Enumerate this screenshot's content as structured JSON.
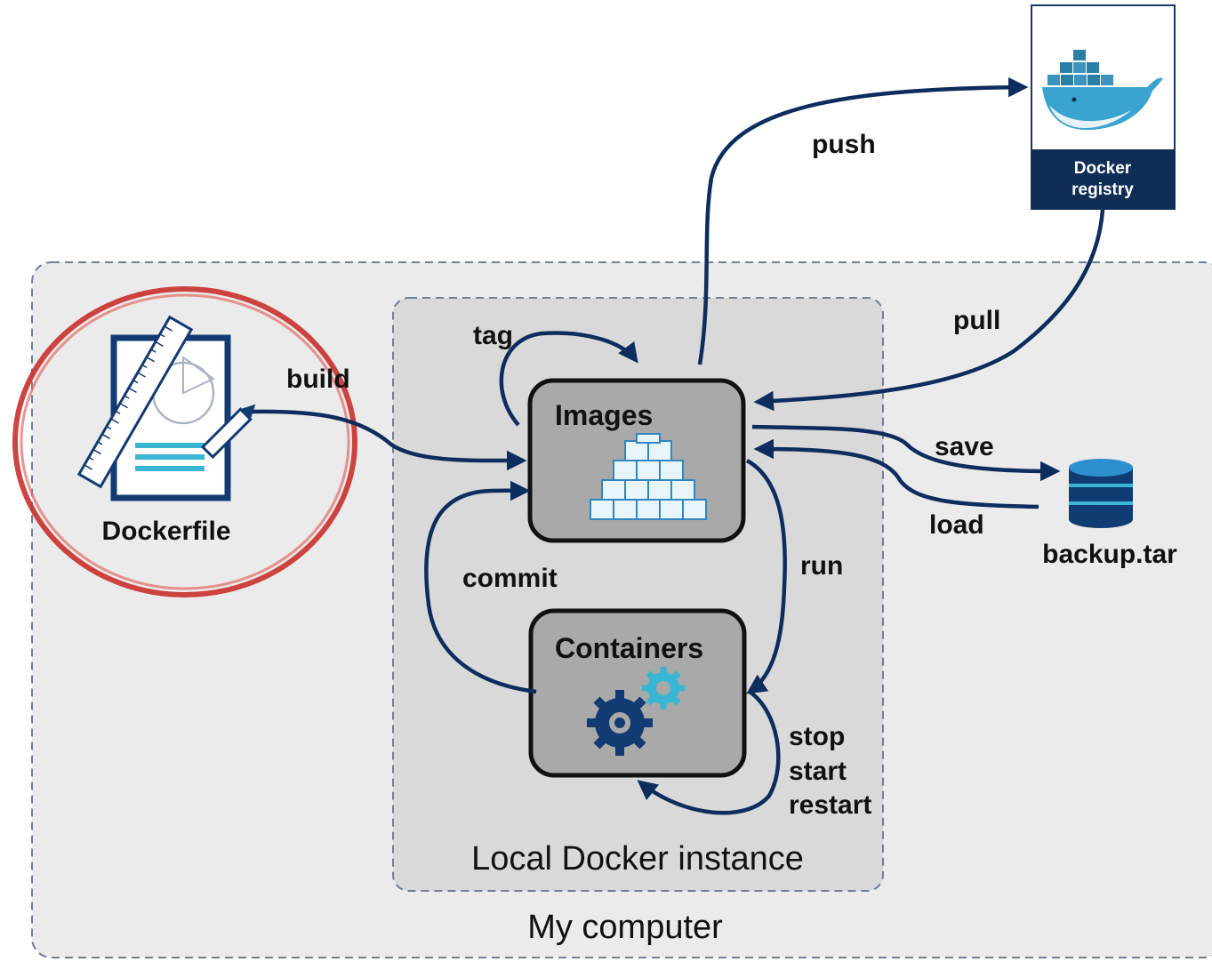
{
  "colors": {
    "arrow": "#0d2d5e",
    "icon_primary": "#123a73",
    "icon_accent": "#39b6d3",
    "highlight_circle": "#c9302c",
    "outer_region_fill": "#ebebeb",
    "inner_region_fill": "#d9d9d9",
    "box_fill": "#a9a9a9"
  },
  "regions": {
    "my_computer": "My computer",
    "local_instance": "Local Docker instance"
  },
  "nodes": {
    "dockerfile": {
      "label": "Dockerfile",
      "icon": "blueprint-icon"
    },
    "images": {
      "label": "Images",
      "icon": "cube-stack-icon"
    },
    "containers": {
      "label": "Containers",
      "icon": "gears-icon"
    },
    "registry": {
      "label_line1": "Docker",
      "label_line2": "registry",
      "icon": "docker-whale-icon"
    },
    "backup": {
      "label": "backup.tar",
      "icon": "database-icon"
    }
  },
  "edges": {
    "build": "build",
    "tag": "tag",
    "push": "push",
    "pull": "pull",
    "save": "save",
    "load": "load",
    "run": "run",
    "commit": "commit",
    "lifecycle": [
      "stop",
      "start",
      "restart"
    ]
  }
}
